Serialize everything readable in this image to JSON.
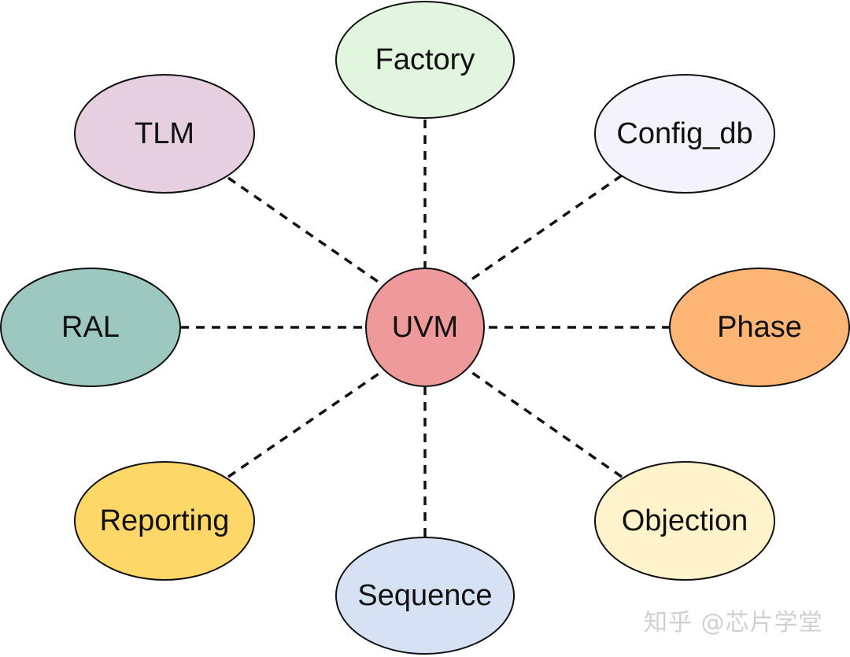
{
  "diagram": {
    "center": {
      "label": "UVM",
      "color": "#ef9a9a"
    },
    "nodes": [
      {
        "id": "factory",
        "label": "Factory",
        "color": "#e2f5df"
      },
      {
        "id": "config-db",
        "label": "Config_db",
        "color": "#f4f2fb"
      },
      {
        "id": "phase",
        "label": "Phase",
        "color": "#fcb574"
      },
      {
        "id": "objection",
        "label": "Objection",
        "color": "#fff3cc"
      },
      {
        "id": "sequence",
        "label": "Sequence",
        "color": "#d6e2f3"
      },
      {
        "id": "reporting",
        "label": "Reporting",
        "color": "#fdd768"
      },
      {
        "id": "ral",
        "label": "RAL",
        "color": "#9dc8c0"
      },
      {
        "id": "tlm",
        "label": "TLM",
        "color": "#e6d0e0"
      }
    ]
  },
  "watermark": {
    "text": "知乎 @芯片学堂"
  }
}
